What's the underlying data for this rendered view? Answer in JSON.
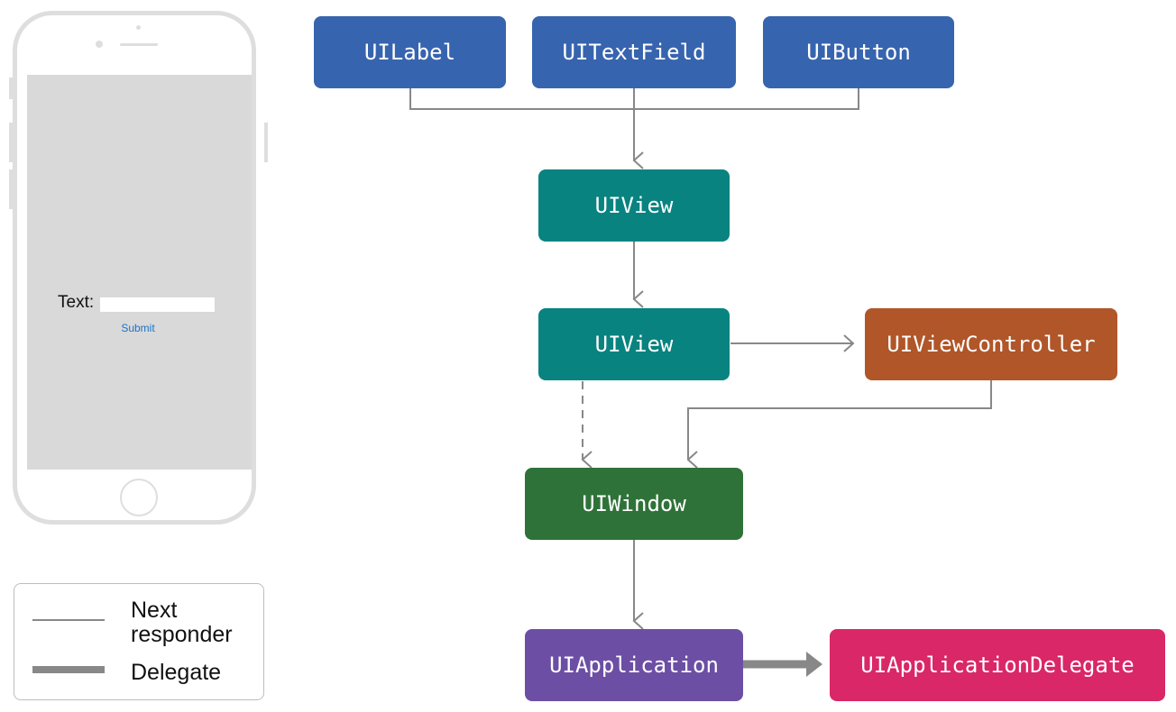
{
  "phone": {
    "text_label": "Text:",
    "text_field_value": "",
    "submit_label": "Submit"
  },
  "nodes": {
    "uilabel": "UILabel",
    "uitextfield": "UITextField",
    "uibutton": "UIButton",
    "uiview_1": "UIView",
    "uiview_2": "UIView",
    "uiviewcontroller": "UIViewController",
    "uiwindow": "UIWindow",
    "uiapplication": "UIApplication",
    "uiapplicationdelegate": "UIApplicationDelegate"
  },
  "legend": {
    "next_responder_line1": "Next",
    "next_responder_line2": "responder",
    "delegate": "Delegate"
  },
  "colors": {
    "view_class": "#3764ae",
    "view": "#088380",
    "view_controller": "#b05629",
    "window": "#2f7239",
    "application": "#6c4fa4",
    "delegate": "#d92767",
    "edge": "#888888",
    "phone_outline": "#dedede",
    "screen": "#d9d9d9",
    "link": "#1a73c9"
  }
}
